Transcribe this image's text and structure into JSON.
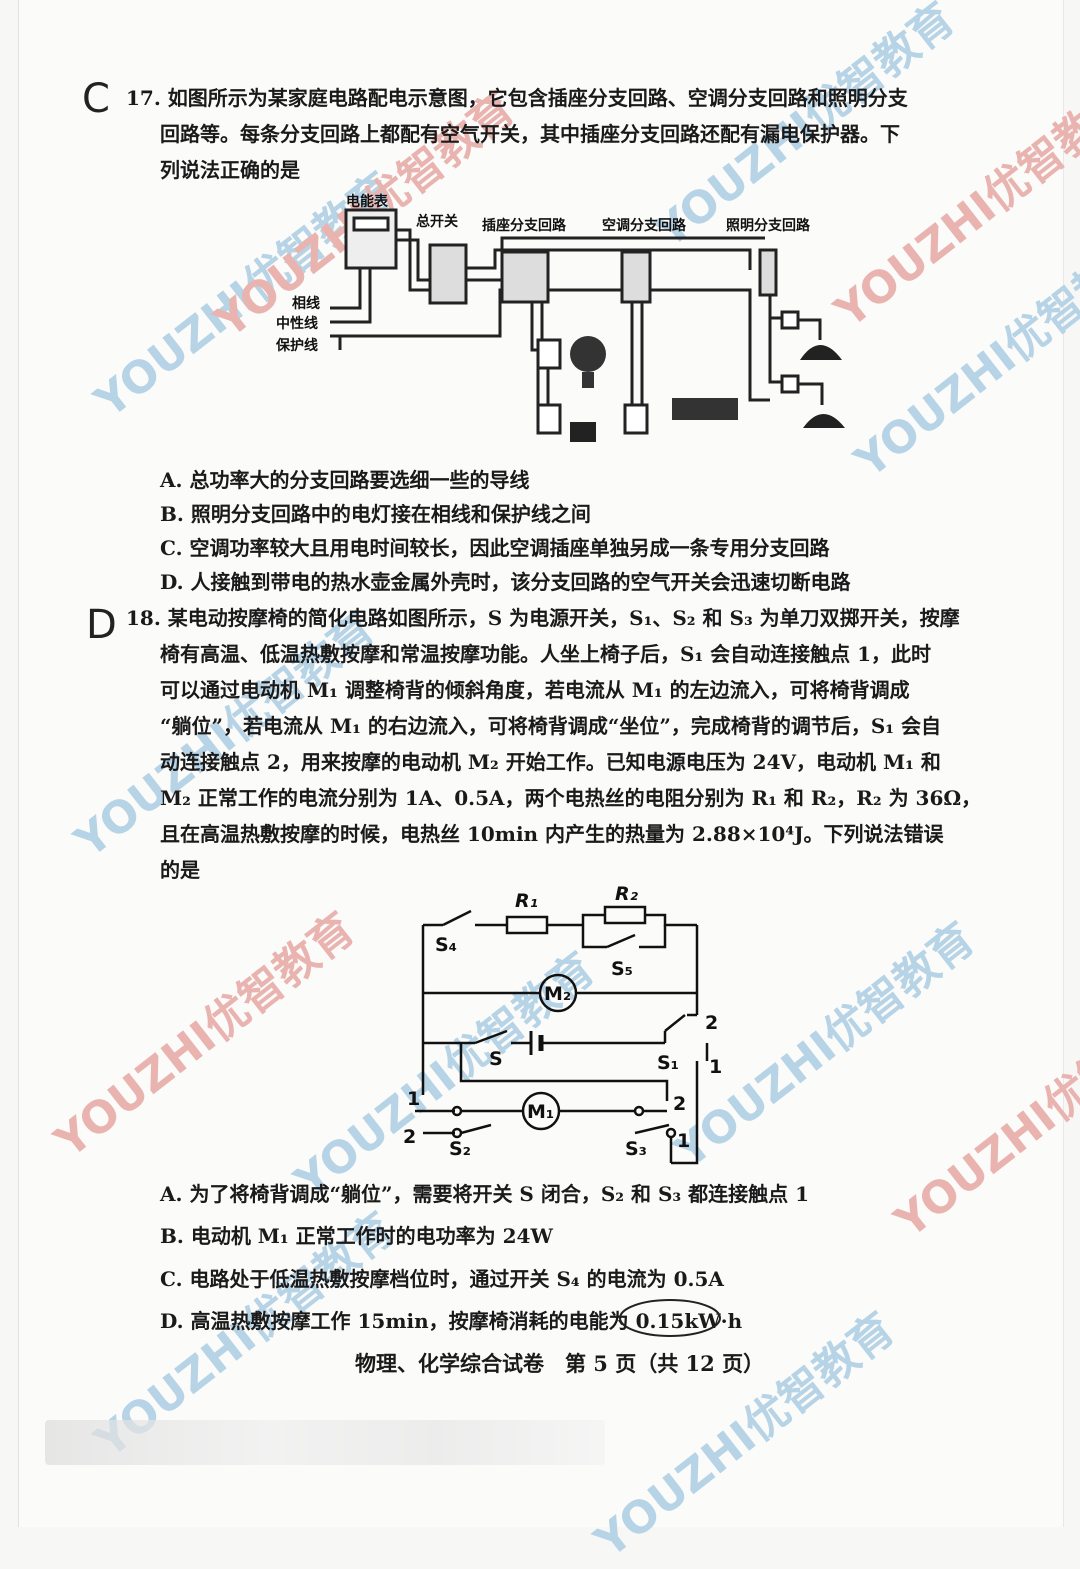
{
  "handwritten": {
    "q17": "C",
    "q18": "D"
  },
  "q17": {
    "lines": [
      "17. 如图所示为某家庭电路配电示意图，它包含插座分支回路、空调分支回路和照明分支",
      "回路等。每条分支回路上都配有空气开关，其中插座分支回路还配有漏电保护器。下",
      "列说法正确的是"
    ],
    "diagram_labels": {
      "meter": "电能表",
      "main_switch": "总开关",
      "socket_branch": "插座分支回路",
      "ac_branch": "空调分支回路",
      "light_branch": "照明分支回路",
      "live": "相线",
      "neutral": "中性线",
      "ground": "保护线"
    },
    "options": [
      "A. 总功率大的分支回路要选细一些的导线",
      "B. 照明分支回路中的电灯接在相线和保护线之间",
      "C. 空调功率较大且用电时间较长，因此空调插座单独另成一条专用分支回路",
      "D. 人接触到带电的热水壶金属外壳时，该分支回路的空气开关会迅速切断电路"
    ]
  },
  "q18": {
    "lines": [
      "18. 某电动按摩椅的简化电路如图所示，S 为电源开关，S₁、S₂ 和 S₃ 为单刀双掷开关，按摩",
      "椅有高温、低温热敷按摩和常温按摩功能。人坐上椅子后，S₁ 会自动连接触点 1，此时",
      "可以通过电动机 M₁ 调整椅背的倾斜角度，若电流从 M₁ 的左边流入，可将椅背调成",
      "“躺位”，若电流从 M₁ 的右边流入，可将椅背调成“坐位”，完成椅背的调节后，S₁ 会自",
      "动连接触点 2，用来按摩的电动机 M₂ 开始工作。已知电源电压为 24V，电动机 M₁ 和",
      "M₂ 正常工作的电流分别为 1A、0.5A，两个电热丝的电阻分别为 R₁ 和 R₂，R₂ 为 36Ω，",
      "且在高温热敷按摩的时候，电热丝 10min 内产生的热量为 2.88×10⁴J。下列说法错误",
      "的是"
    ],
    "circuit_labels": {
      "r1": "R₁",
      "r2": "R₂",
      "s4": "S₄",
      "s5": "S₅",
      "m2": "M₂",
      "m1": "M₁",
      "s": "S",
      "s1": "S₁",
      "s2": "S₂",
      "s3": "S₃",
      "c1a": "1",
      "c2a": "2",
      "c2b": "2",
      "c1b": "1",
      "c2c": "2",
      "c1c": "1"
    },
    "options": [
      "A. 为了将椅背调成“躺位”，需要将开关 S 闭合，S₂ 和 S₃ 都连接触点 1",
      "B. 电动机 M₁ 正常工作时的电功率为 24W",
      "C. 电路处于低温热敷按摩档位时，通过开关 S₄ 的电流为 0.5A",
      "D. 高温热敷按摩工作 15min，按摩椅消耗的电能为 0.15kW·h"
    ]
  },
  "footer": "物理、化学综合试卷　第 5 页（共 12 页）",
  "watermark": {
    "text": "YOUZHI优智教育",
    "brand_blue": "#9cc3de",
    "brand_red": "#e3a09a"
  }
}
